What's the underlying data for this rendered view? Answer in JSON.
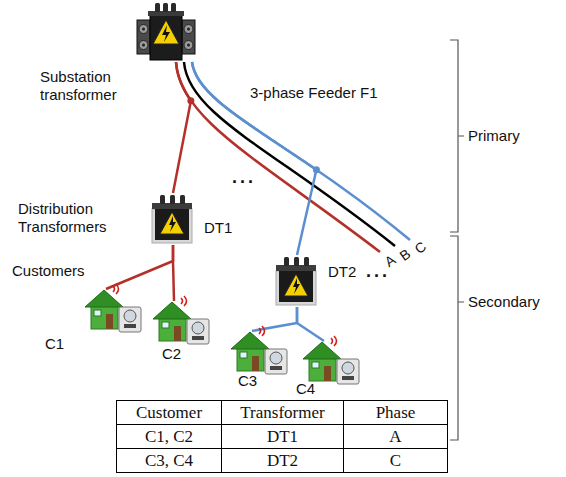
{
  "diagram": {
    "nodes": [
      {
        "text": [
          "Substation transformer"
        ]
      },
      {
        "text": [
          "DT1"
        ]
      },
      {
        "text": [
          "DT2"
        ]
      },
      {
        "text": [
          "C1"
        ]
      },
      {
        "text": [
          "C2"
        ]
      },
      {
        "text": [
          "C3"
        ]
      },
      {
        "text": [
          "C4"
        ]
      }
    ],
    "edges": [
      {
        "from": 0,
        "to": 1,
        "arrow": "none"
      },
      {
        "from": 0,
        "to": 2,
        "arrow": "none"
      },
      {
        "from": 1,
        "to": 3,
        "arrow": "none"
      },
      {
        "from": 1,
        "to": 4,
        "arrow": "none"
      },
      {
        "from": 2,
        "to": 5,
        "arrow": "none"
      },
      {
        "from": 2,
        "to": 6,
        "arrow": "none"
      }
    ],
    "labels": [
      "3-phase Feeder F1",
      "A",
      "B",
      "C",
      "Primary",
      "Secondary",
      "Distribution Transformers",
      "Customers",
      "...",
      "...",
      "Customer",
      "Transformer",
      "Phase",
      "C1, C2",
      "DT1",
      "A",
      "C3, C4",
      "DT2",
      "C"
    ]
  }
}
